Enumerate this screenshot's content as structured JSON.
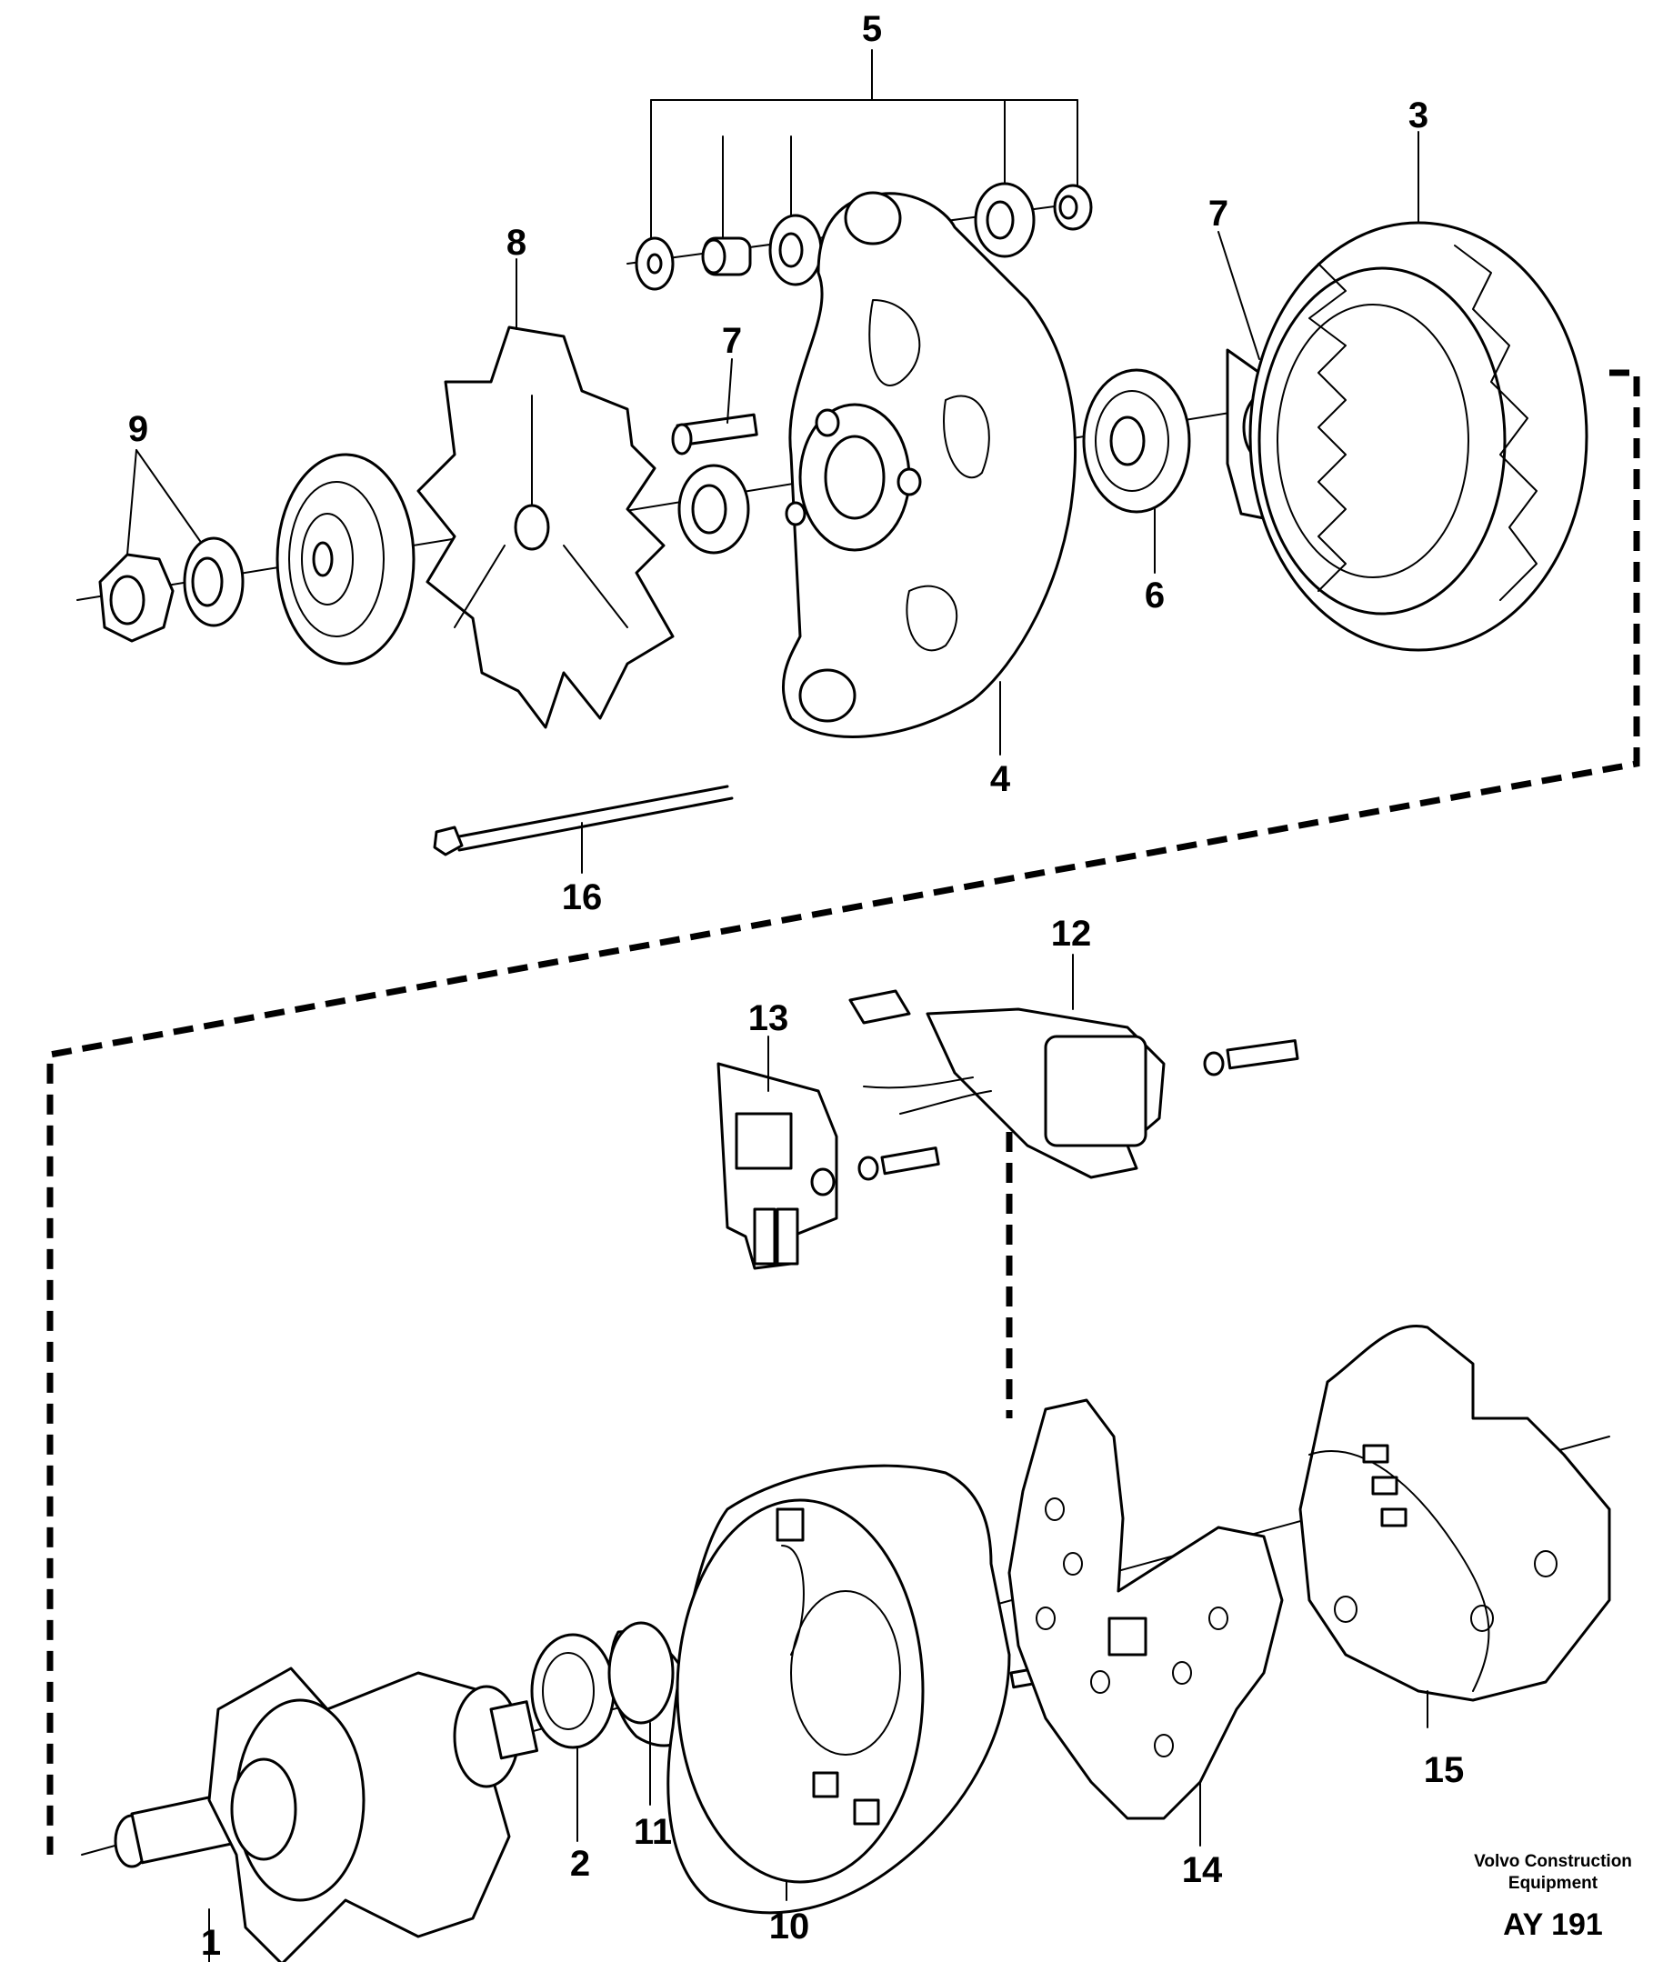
{
  "diagram": {
    "callouts": {
      "c1": "1",
      "c2": "2",
      "c3": "3",
      "c4": "4",
      "c5": "5",
      "c6": "6",
      "c7a": "7",
      "c7b": "7",
      "c8": "8",
      "c9": "9",
      "c10": "10",
      "c11": "11",
      "c12": "12",
      "c13": "13",
      "c14": "14",
      "c15": "15",
      "c16": "16"
    },
    "credit": {
      "line1": "Volvo Construction",
      "line2": "Equipment",
      "code": "AY 191"
    }
  }
}
